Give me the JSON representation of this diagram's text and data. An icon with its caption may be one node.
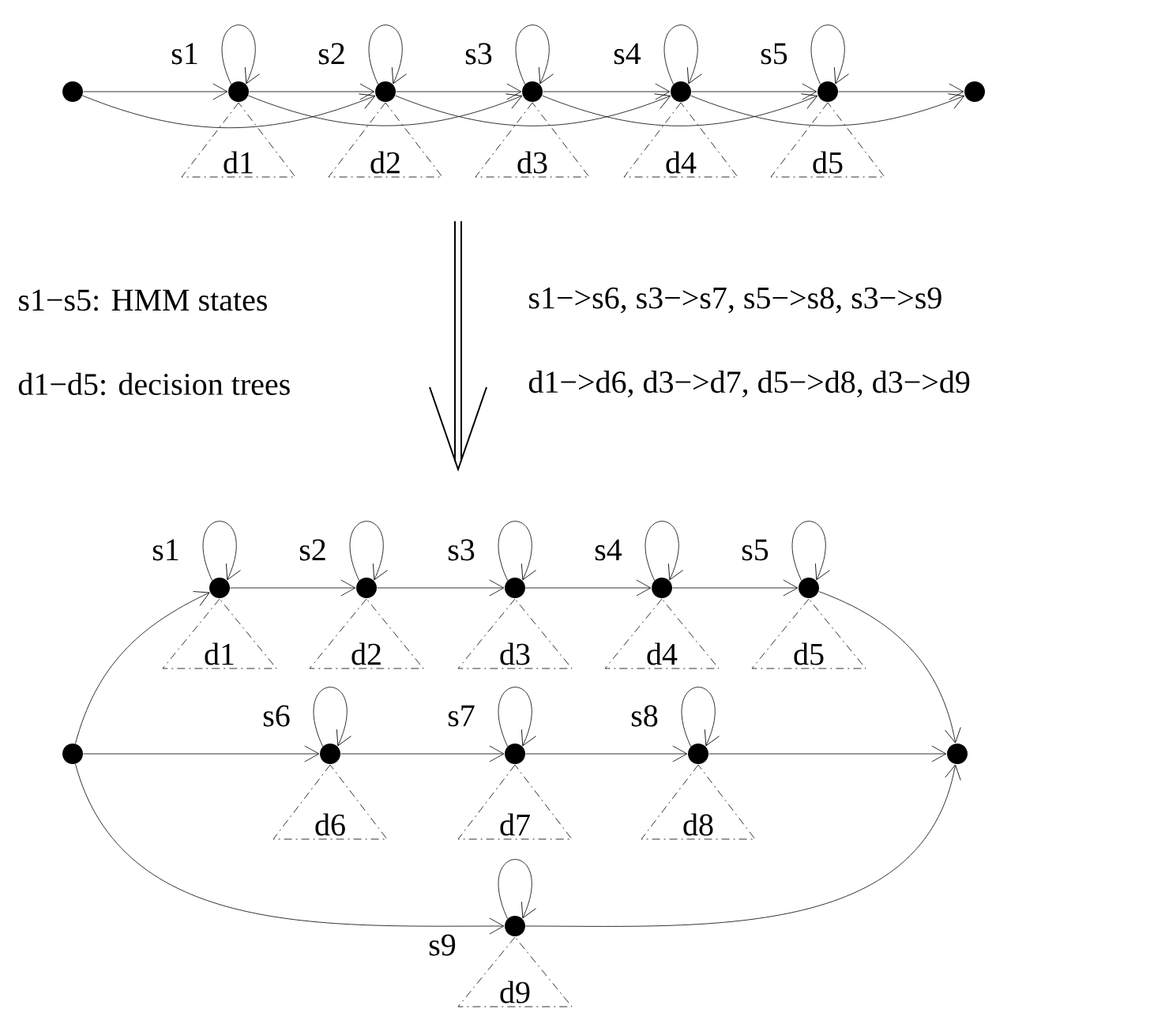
{
  "diagram": {
    "nodes": [
      {
        "text": [],
        "shape": "circle"
      },
      {
        "text": [],
        "shape": "circle",
        "beside": [
          "s1"
        ]
      },
      {
        "text": [],
        "shape": "circle",
        "beside": [
          "s2"
        ]
      },
      {
        "text": [],
        "shape": "circle",
        "beside": [
          "s3"
        ]
      },
      {
        "text": [],
        "shape": "circle",
        "beside": [
          "s4"
        ]
      },
      {
        "text": [],
        "shape": "circle",
        "beside": [
          "s5"
        ]
      },
      {
        "text": [],
        "shape": "circle"
      },
      {
        "text": [
          "d1"
        ]
      },
      {
        "text": [
          "d2"
        ]
      },
      {
        "text": [
          "d3"
        ]
      },
      {
        "text": [
          "d4"
        ]
      },
      {
        "text": [
          "d5"
        ]
      },
      {
        "text": [],
        "shape": "circle"
      },
      {
        "text": [],
        "shape": "circle",
        "beside": [
          "s1"
        ]
      },
      {
        "text": [],
        "shape": "circle",
        "beside": [
          "s2"
        ]
      },
      {
        "text": [],
        "shape": "circle",
        "beside": [
          "s3"
        ]
      },
      {
        "text": [],
        "shape": "circle",
        "beside": [
          "s4"
        ]
      },
      {
        "text": [],
        "shape": "circle",
        "beside": [
          "s5"
        ]
      },
      {
        "text": [
          "d1"
        ]
      },
      {
        "text": [
          "d2"
        ]
      },
      {
        "text": [
          "d3"
        ]
      },
      {
        "text": [
          "d4"
        ]
      },
      {
        "text": [
          "d5"
        ]
      },
      {
        "text": [],
        "shape": "circle",
        "beside": [
          "s6"
        ]
      },
      {
        "text": [],
        "shape": "circle",
        "beside": [
          "s7"
        ]
      },
      {
        "text": [],
        "shape": "circle",
        "beside": [
          "s8"
        ]
      },
      {
        "text": [],
        "shape": "circle"
      },
      {
        "text": [
          "d6"
        ]
      },
      {
        "text": [
          "d7"
        ]
      },
      {
        "text": [
          "d8"
        ]
      },
      {
        "text": [],
        "shape": "circle",
        "beside": [
          "s9"
        ]
      },
      {
        "text": [
          "d9"
        ]
      }
    ],
    "edges": [
      {
        "from": 1,
        "to": 1,
        "arrow": "to"
      },
      {
        "from": 2,
        "to": 2,
        "arrow": "to"
      },
      {
        "from": 3,
        "to": 3,
        "arrow": "to"
      },
      {
        "from": 4,
        "to": 4,
        "arrow": "to"
      },
      {
        "from": 5,
        "to": 5,
        "arrow": "to"
      },
      {
        "from": 0,
        "to": 1,
        "arrow": "to"
      },
      {
        "from": 1,
        "to": 2,
        "arrow": "to"
      },
      {
        "from": 2,
        "to": 3,
        "arrow": "to"
      },
      {
        "from": 3,
        "to": 4,
        "arrow": "to"
      },
      {
        "from": 4,
        "to": 5,
        "arrow": "to"
      },
      {
        "from": 5,
        "to": 6,
        "arrow": "to"
      },
      {
        "from": 0,
        "to": 2,
        "arrow": "to"
      },
      {
        "from": 1,
        "to": 3,
        "arrow": "to"
      },
      {
        "from": 2,
        "to": 4,
        "arrow": "to"
      },
      {
        "from": 3,
        "to": 5,
        "arrow": "to"
      },
      {
        "from": 4,
        "to": 6,
        "arrow": "to"
      },
      {
        "from": 13,
        "to": 13,
        "arrow": "to"
      },
      {
        "from": 14,
        "to": 14,
        "arrow": "to"
      },
      {
        "from": 15,
        "to": 15,
        "arrow": "to"
      },
      {
        "from": 16,
        "to": 16,
        "arrow": "to"
      },
      {
        "from": 17,
        "to": 17,
        "arrow": "to"
      },
      {
        "from": 23,
        "to": 23,
        "arrow": "to"
      },
      {
        "from": 24,
        "to": 24,
        "arrow": "to"
      },
      {
        "from": 25,
        "to": 25,
        "arrow": "to"
      },
      {
        "from": 30,
        "to": 30,
        "arrow": "to"
      },
      {
        "from": 13,
        "to": 14,
        "arrow": "to"
      },
      {
        "from": 14,
        "to": 15,
        "arrow": "to"
      },
      {
        "from": 15,
        "to": 16,
        "arrow": "to"
      },
      {
        "from": 16,
        "to": 17,
        "arrow": "to"
      },
      {
        "from": 12,
        "to": 23,
        "arrow": "to"
      },
      {
        "from": 23,
        "to": 24,
        "arrow": "to"
      },
      {
        "from": 24,
        "to": 25,
        "arrow": "to"
      },
      {
        "from": 25,
        "to": 26,
        "arrow": "to"
      },
      {
        "from": 12,
        "to": 13,
        "arrow": "to"
      },
      {
        "from": 17,
        "to": 26,
        "arrow": "to"
      },
      {
        "from": 12,
        "to": 30,
        "arrow": "to"
      },
      {
        "from": 30,
        "to": 26,
        "arrow": "to"
      }
    ],
    "labels": [
      "s1−s5: HMM states",
      "s1−>s6, s3−>s7, s5−>s8, s3−>s9",
      "d1−d5: decision trees",
      "d1−>d6, d3−>d7, d5−>d8, d3−>d9"
    ]
  }
}
